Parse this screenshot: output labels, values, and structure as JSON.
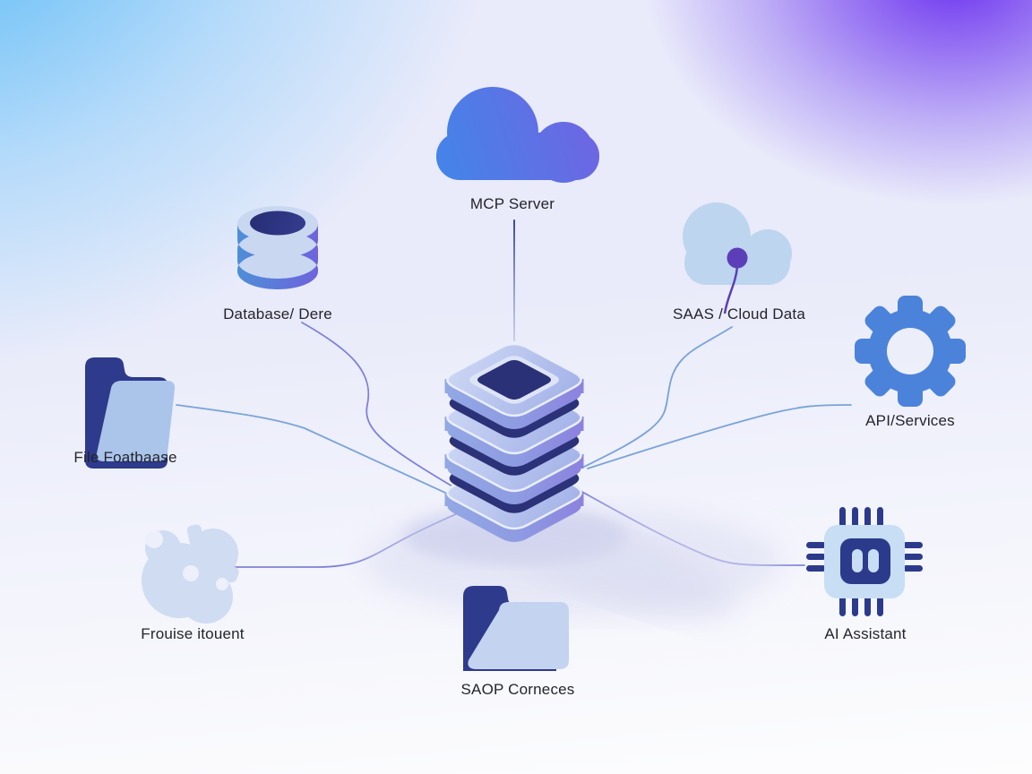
{
  "nodes": {
    "mcp": {
      "label": "MCP Server",
      "icon": "cloud-icon"
    },
    "database": {
      "label": "Database/ Dere",
      "icon": "database-icon"
    },
    "saas": {
      "label": "SAAS / Cloud Data",
      "icon": "cloud-pin-icon"
    },
    "api": {
      "label": "API/Services",
      "icon": "gear-icon"
    },
    "files": {
      "label": "File Foatbaase",
      "icon": "folder-icon"
    },
    "plugin": {
      "label": "Frouise itouent",
      "icon": "blob-icon"
    },
    "saop": {
      "label": "SAOP Corneces",
      "icon": "folder-icon"
    },
    "ai": {
      "label": "AI Assistant",
      "icon": "chip-icon"
    }
  },
  "center": {
    "name": "server-stack",
    "layers": 4
  },
  "colors": {
    "accent_blue": "#4a84e8",
    "accent_purple": "#6e64e2",
    "navy": "#2c3480",
    "light_blue": "#bdd5ee",
    "pin_purple": "#5b3eb8",
    "line_blue": "#79a3d8",
    "line_purple": "#7d82d8",
    "bg_corner_blue": "#45b3f0",
    "bg_corner_purple": "#5712ee",
    "label_color": "#24242c"
  }
}
